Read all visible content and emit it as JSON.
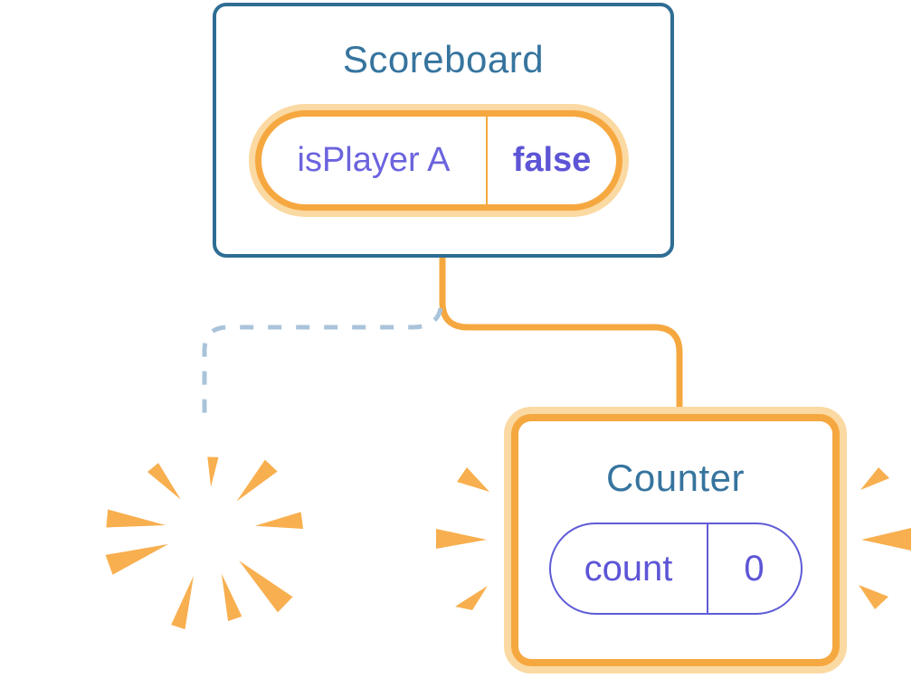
{
  "palette": {
    "card_border_blue": "#2E6D94",
    "heading_blue": "#36749E",
    "state_key_purple": "#6B63DE",
    "state_value_purple": "#5D55D6",
    "pill_border_purple": "#5F5BD7",
    "orange": "#F6A840",
    "orange_glow": "#FBD9A2",
    "ray_orange": "#F8AF4F",
    "dashed_line_blue": "#A9C4DA",
    "card_background": "#FFFFFF"
  },
  "nodes": {
    "scoreboard": {
      "title": "Scoreboard",
      "state_key": "isPlayer A",
      "state_value": "false"
    },
    "counter": {
      "title": "Counter",
      "state_key": "count",
      "state_value": "0"
    }
  },
  "icons": {
    "sparkles": "sparkles-icon",
    "burst": "burst-rays-icon",
    "emphasis_left": "emphasis-rays-left-icon",
    "emphasis_right": "emphasis-rays-right-icon"
  }
}
